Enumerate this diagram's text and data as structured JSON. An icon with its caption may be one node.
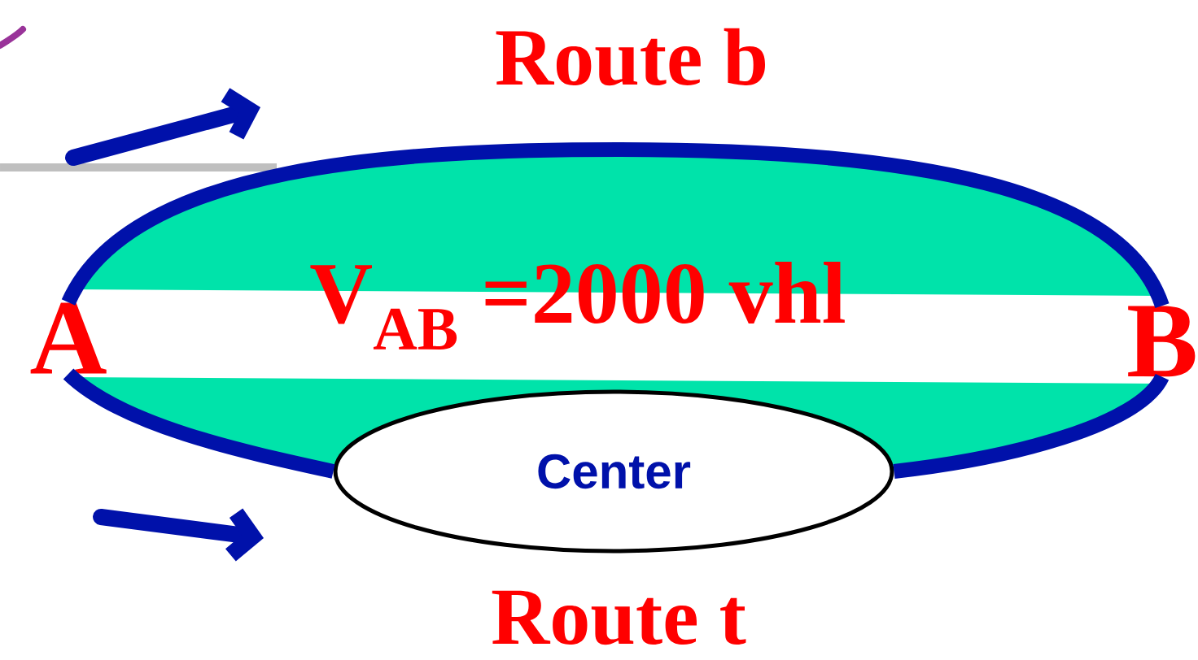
{
  "diagram": {
    "nodes": [
      {
        "text": [
          "A"
        ]
      },
      {
        "text": [
          "B"
        ]
      },
      {
        "text": [
          "Center"
        ]
      }
    ],
    "edges": [
      {
        "from": 0,
        "to": 1,
        "arrow": "none",
        "label": "Route b"
      },
      {
        "from": 0,
        "to": 2,
        "arrow": "none",
        "label": "Route t"
      },
      {
        "from": 2,
        "to": 1,
        "arrow": "none"
      }
    ],
    "labels": [
      "V$_{AB}$ =2000 vhl"
    ]
  }
}
